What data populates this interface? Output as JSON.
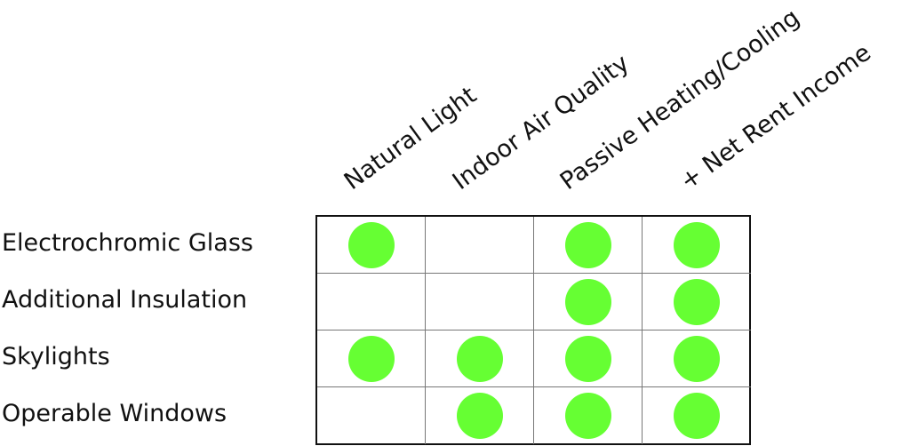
{
  "columns": [
    "Natural Light",
    "Indoor Air Quality",
    "Passive Heating/Cooling",
    "+ Net Rent Income"
  ],
  "rows": [
    {
      "label": "Electrochromic Glass",
      "marks": [
        true,
        false,
        true,
        true
      ]
    },
    {
      "label": "Additional Insulation",
      "marks": [
        false,
        false,
        true,
        true
      ]
    },
    {
      "label": "Skylights",
      "marks": [
        true,
        true,
        true,
        true
      ]
    },
    {
      "label": "Operable Windows",
      "marks": [
        false,
        true,
        true,
        true
      ]
    }
  ],
  "colors": {
    "mark": "#66ff33"
  }
}
